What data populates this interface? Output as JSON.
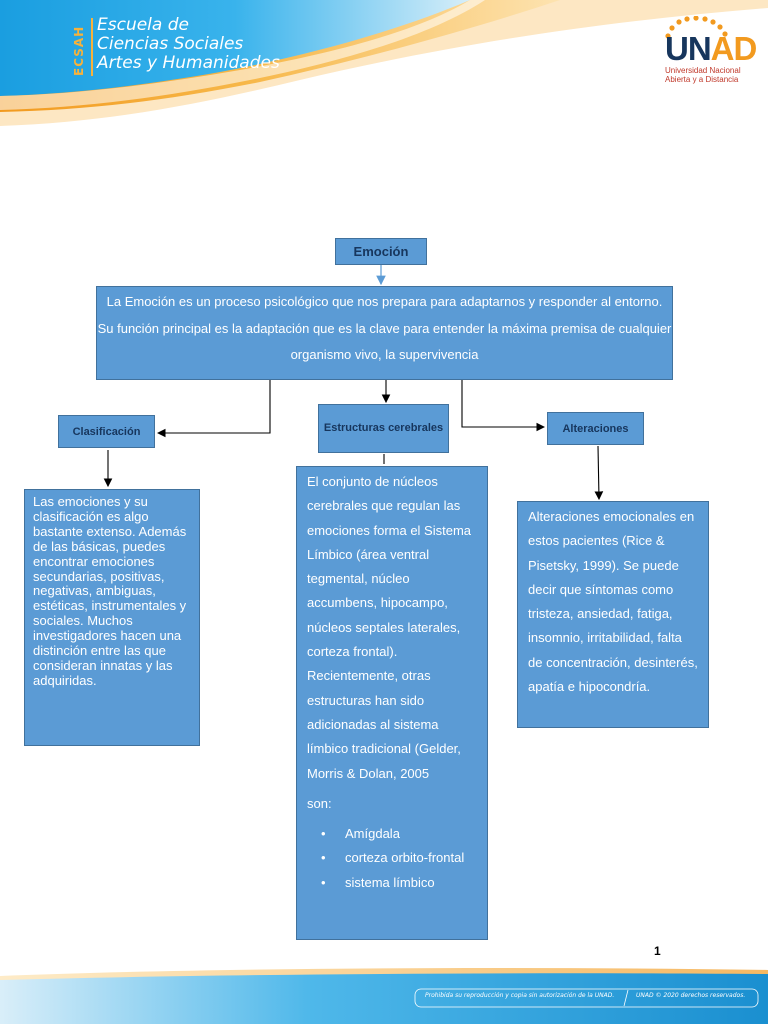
{
  "header": {
    "school_vertical": "ECSAH",
    "school_lines": [
      "Escuela de",
      "Ciencias Sociales",
      "Artes y Humanidades"
    ],
    "logo_word_main": "UN",
    "logo_word_accent": "AD",
    "logo_subtitle_1": "Universidad Nacional",
    "logo_subtitle_2": "Abierta y a Distancia"
  },
  "diagram": {
    "title": "Emoción",
    "definition": "La Emoción es un proceso psicológico que nos prepara para adaptarnos y responder al entorno. Su función principal es la adaptación que es la clave para entender la máxima premisa de cualquier organismo vivo, la supervivencia",
    "branches": {
      "clasificacion": {
        "label": "Clasificación",
        "text": "Las emociones y su clasificación es algo bastante extenso. Además de las básicas, puedes encontrar emociones secundarias, positivas, negativas, ambiguas, estéticas, instrumentales y sociales. Muchos investigadores hacen una distinción entre las que consideran innatas y las adquiridas."
      },
      "estructuras": {
        "label": "Estructuras cerebrales",
        "text": "El conjunto de núcleos cerebrales que regulan las emociones forma el Sistema Límbico (área ventral tegmental, núcleo accumbens, hipocampo, núcleos septales laterales, corteza frontal). Recientemente, otras estructuras han sido adicionadas al sistema límbico tradicional (Gelder, Morris & Dolan, 2005",
        "list_intro": "son:",
        "items": [
          "Amígdala",
          "corteza orbito-frontal",
          "sistema límbico"
        ]
      },
      "alteraciones": {
        "label": "Alteraciones",
        "text": "Alteraciones emocionales en estos pacientes (Rice & Pisetsky, 1999). Se puede decir que síntomas como tristeza, ansiedad, fatiga, insomnio, irritabilidad, falta de concentración, desinterés, apatía e hipocondría."
      }
    }
  },
  "page_number": "1",
  "footer": {
    "notice": "Prohibida su reproducción y copia sin autorización de la UNAD.",
    "copyright": "UNAD © 2020 derechos reservados."
  },
  "colors": {
    "box_fill": "#5b9bd5",
    "box_border": "#41719c",
    "label_text": "#17365d",
    "header_orange": "#f7a72d",
    "header_blue": "#1da1e0"
  }
}
